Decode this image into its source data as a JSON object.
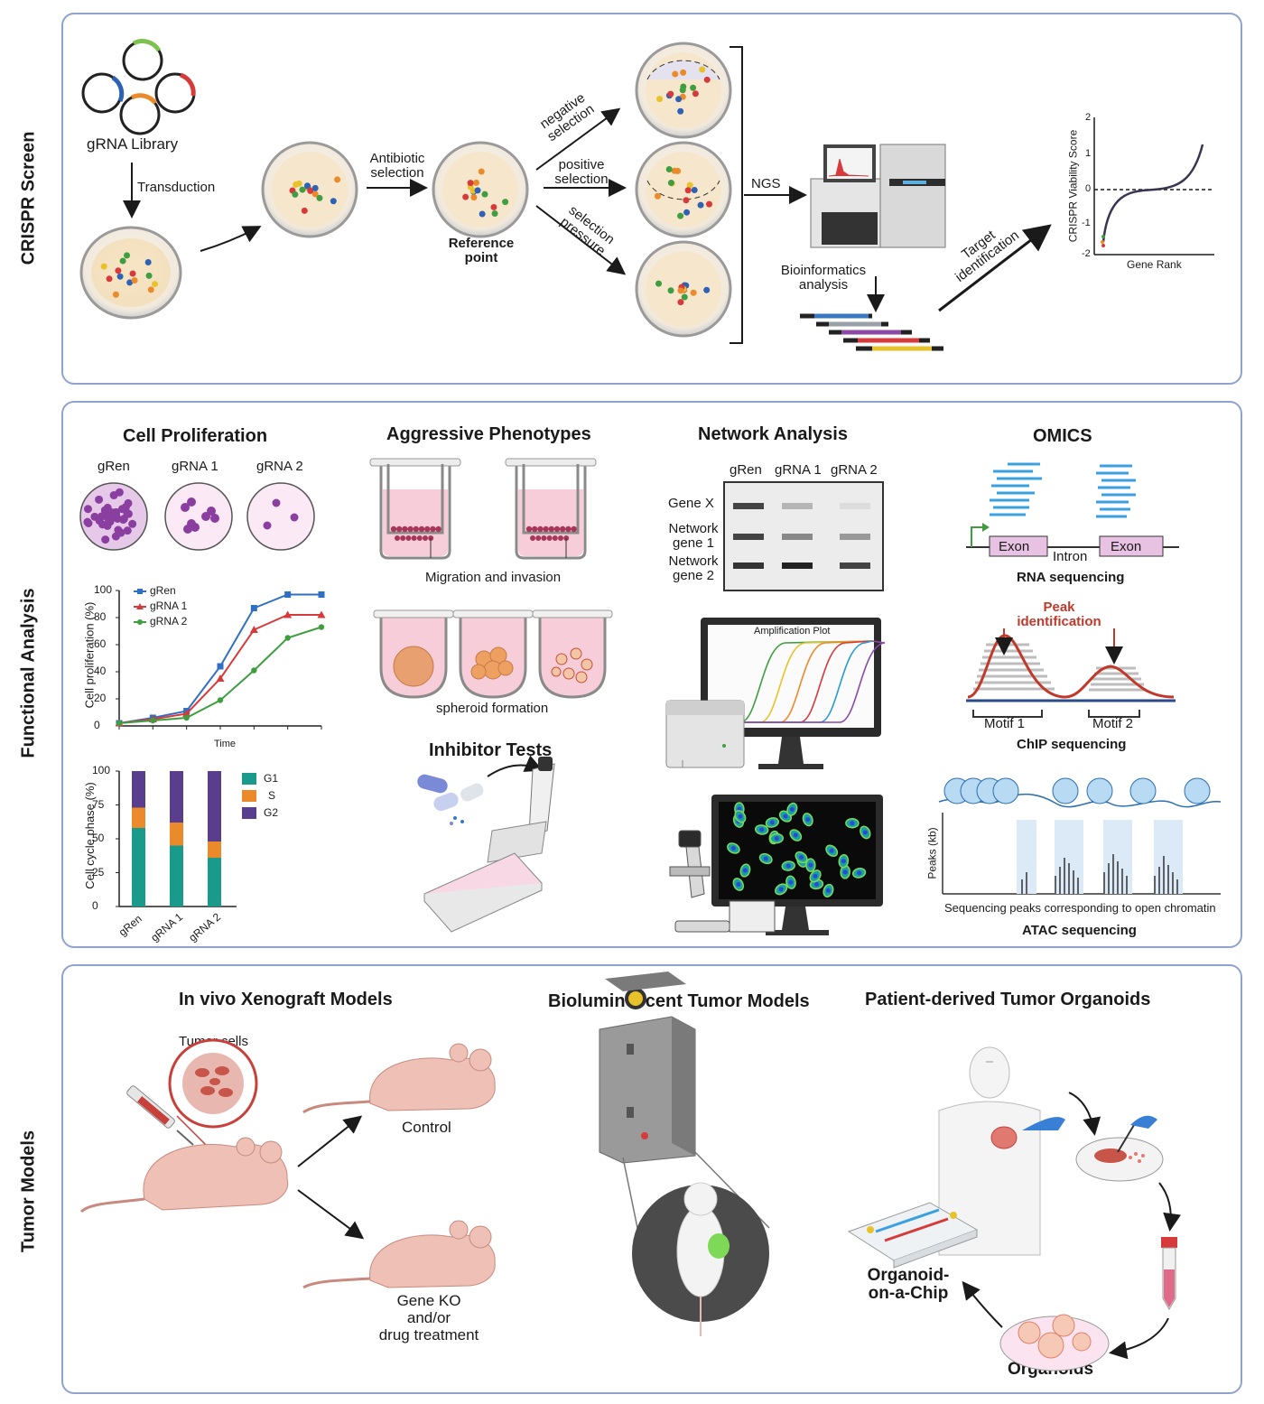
{
  "side_labels": {
    "crispr": "CRISPR Screen",
    "functional": "Functional Analysis",
    "tumor": "Tumor Models"
  },
  "crispr": {
    "library": "gRNA Library",
    "transduction": "Transduction",
    "antibiotic": "Antibiotic selection",
    "reference": "Reference point",
    "negative": "negative selection",
    "positive": "positive selection",
    "pressure": "selection pressure",
    "ngs": "NGS",
    "bioinfo": "Bioinformatics analysis",
    "target": "Target identification",
    "score_chart": {
      "ylabel": "CRISPR Viability Score",
      "xlabel": "Gene Rank",
      "yticks": [
        "2",
        "1",
        "0",
        "-1",
        "-2"
      ]
    }
  },
  "functional": {
    "cell_prolif": {
      "title": "Cell Proliferation",
      "plates": [
        "gRen",
        "gRNA 1",
        "gRNA 2"
      ]
    },
    "aggressive": {
      "title": "Aggressive Phenotypes",
      "migration": "Migration and invasion",
      "spheroid": "spheroid formation"
    },
    "inhibitor": {
      "title": "Inhibitor Tests"
    },
    "network": {
      "title": "Network Analysis",
      "columns": [
        "gRen",
        "gRNA 1",
        "gRNA 2"
      ],
      "rows": [
        "Gene X",
        "Network gene 1",
        "Network gene 2"
      ],
      "amp_title": "Amplification Plot"
    },
    "omics": {
      "title": "OMICS",
      "exon": "Exon",
      "intron": "Intron",
      "rna": "RNA sequencing",
      "peak": "Peak identification",
      "motif1": "Motif 1",
      "motif2": "Motif 2",
      "chip": "ChIP sequencing",
      "peaks_label": "Peaks (kb)",
      "open_chromatin": "Sequencing peaks corresponding to open chromatin",
      "atac": "ATAC sequencing"
    }
  },
  "chart_data": [
    {
      "type": "line",
      "ylabel": "Cell proliferation (%)",
      "xlabel": "Time",
      "ylim": [
        0,
        100
      ],
      "yticks": [
        0,
        20,
        40,
        60,
        80,
        100
      ],
      "x": [
        0,
        1,
        2,
        3,
        4,
        5,
        6
      ],
      "series": [
        {
          "name": "gRen",
          "color": "#2f6fc4",
          "marker": "square",
          "values": [
            2,
            6,
            11,
            44,
            87,
            97,
            97
          ]
        },
        {
          "name": "gRNA 1",
          "color": "#d63a3a",
          "marker": "triangle",
          "values": [
            2,
            5,
            9,
            35,
            71,
            82,
            82
          ]
        },
        {
          "name": "gRNA 2",
          "color": "#3f9e3f",
          "marker": "circle",
          "values": [
            2,
            4,
            6,
            19,
            41,
            65,
            73
          ]
        }
      ]
    },
    {
      "type": "bar",
      "stacked": true,
      "ylabel": "Cell cycle phase (%)",
      "ylim": [
        0,
        100
      ],
      "yticks": [
        0,
        25,
        50,
        75,
        100
      ],
      "categories": [
        "gRen",
        "gRNA 1",
        "gRNA 2"
      ],
      "series": [
        {
          "name": "G1",
          "color": "#1a9a8a",
          "values": [
            58,
            45,
            36
          ]
        },
        {
          "name": "S",
          "color": "#ea8a2a",
          "values": [
            15,
            17,
            12
          ]
        },
        {
          "name": "G2",
          "color": "#5a3e8e",
          "values": [
            27,
            38,
            52
          ]
        }
      ]
    }
  ],
  "tumor": {
    "xeno_title": "In vivo Xenograft Models",
    "tumor_cells": "Tumor cells",
    "control": "Control",
    "gene_ko": [
      "Gene KO",
      "and/or",
      "drug treatment"
    ],
    "biolum_title": "Bioluminescent Tumor Models",
    "pdo_title": "Patient-derived Tumor Organoids",
    "organoid_chip": [
      "Organoid-",
      "on-a-Chip"
    ],
    "organoids": "Organoids"
  }
}
